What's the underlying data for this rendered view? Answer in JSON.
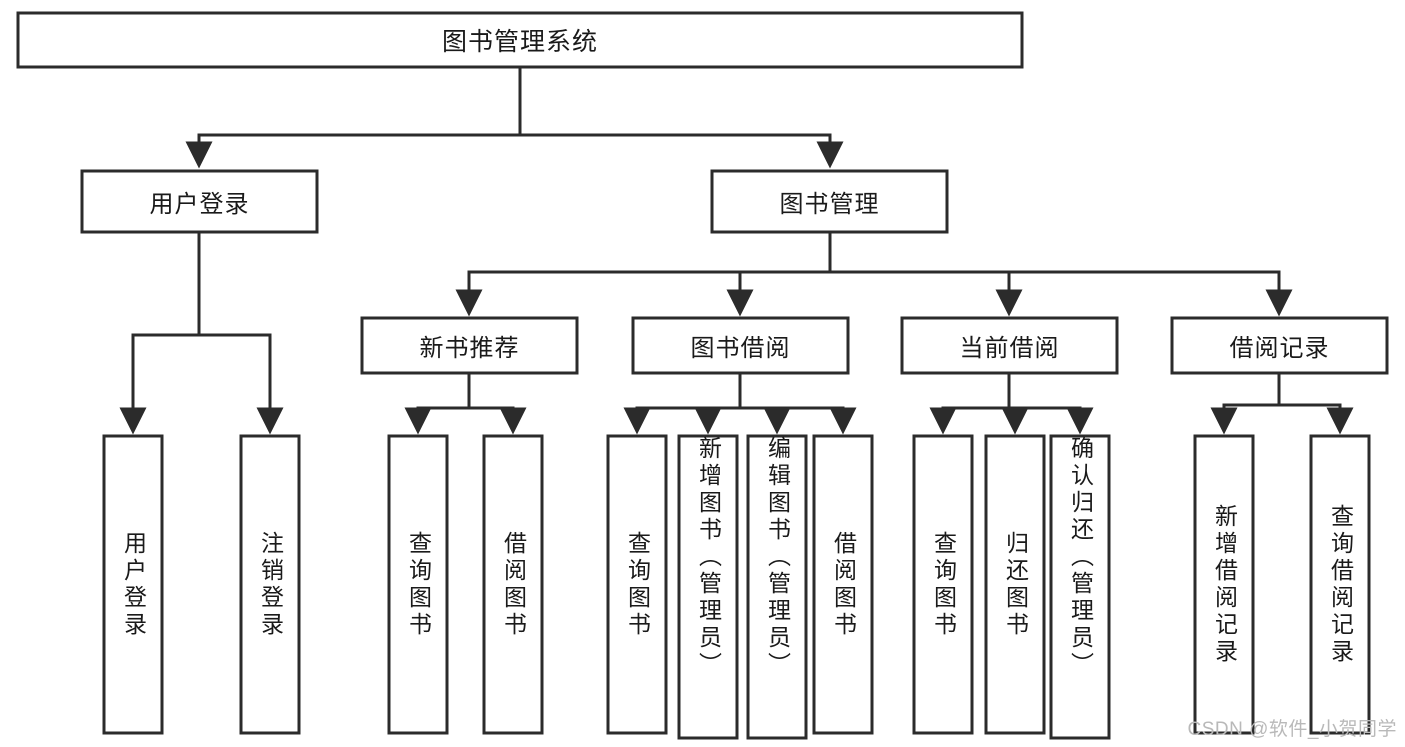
{
  "diagram": {
    "type": "tree",
    "title": "图书管理系统",
    "root": {
      "label": "图书管理系统"
    },
    "level2": [
      {
        "label": "用户登录"
      },
      {
        "label": "图书管理"
      }
    ],
    "level3": [
      {
        "label": "新书推荐"
      },
      {
        "label": "图书借阅"
      },
      {
        "label": "当前借阅"
      },
      {
        "label": "借阅记录"
      }
    ],
    "leaves_user_login": [
      {
        "label": "用户登录"
      },
      {
        "label": "注销登录"
      }
    ],
    "leaves_new_books": [
      {
        "label": "查询图书"
      },
      {
        "label": "借阅图书"
      }
    ],
    "leaves_borrow": [
      {
        "label": "查询图书"
      },
      {
        "label": "新增图书（管理员）"
      },
      {
        "label": "编辑图书（管理员）"
      },
      {
        "label": "借阅图书"
      }
    ],
    "leaves_current": [
      {
        "label": "查询图书"
      },
      {
        "label": "归还图书"
      },
      {
        "label": "确认归还（管理员）"
      }
    ],
    "leaves_records": [
      {
        "label": "新增借阅记录"
      },
      {
        "label": "查询借阅记录"
      }
    ]
  },
  "watermark": {
    "text": "CSDN @软件_小贺同学"
  },
  "colors": {
    "stroke": "#2b2b2b",
    "box_fill": "#ffffff",
    "text": "#1a1a1a",
    "watermark": "#b9b9b9",
    "background": "#ffffff"
  }
}
